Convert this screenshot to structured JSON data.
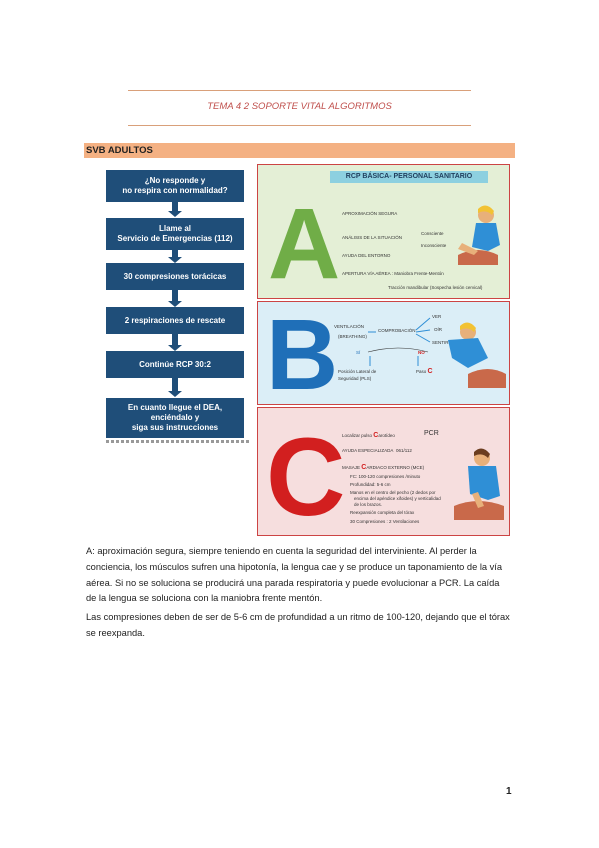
{
  "document": {
    "title": "TEMA 4 2 SOPORTE VITAL  ALGORITMOS",
    "section_title": "SVB ADULTOS",
    "page_number": "1"
  },
  "flowchart": {
    "steps": [
      "¿No responde y\nno respira con normalidad?",
      "Llame al\nServicio de Emergencias (112)",
      "30 compresiones torácicas",
      "2 respiraciones de rescate",
      "Continúe RCP 30:2",
      "En cuanto llegue el DEA,\nenciéndalo y\nsiga sus instrucciones"
    ]
  },
  "infographic": {
    "header": "RCP BÁSICA- PERSONAL SANITARIO",
    "a": {
      "letter": "A",
      "items": [
        "APROXIMACIÓN SEGURA",
        "ANÁLISIS DE LA SITUACIÓN",
        "AYUDA DEL ENTORNO",
        "APERTURA VÍA AÉREA : Maniobra Frente-Mentón"
      ],
      "branches": [
        "Consciente",
        "Inconsciente"
      ],
      "note": "Tracción mandibular (Sospecha lesión cervical)"
    },
    "b": {
      "letter": "B",
      "ventilation": "VENTILACIÓN",
      "breathing": "(BREATHING)",
      "check": "COMPROBACIÓN",
      "actions": [
        "VER",
        "OÍR",
        "SENTIR"
      ],
      "yes": "SÍ",
      "no": "NO",
      "yes_result": "Posición Lateral de Seguridad (PLS)",
      "no_result_prefix": "Paso",
      "no_result_letter": "C"
    },
    "c": {
      "letter": "C",
      "pulse_prefix": "Localizar pulso",
      "pulse_letter": "C",
      "pulse_suffix": "arotídeo",
      "pulse_result": "PCR",
      "help": "AYUDA ESPECIALIZADA",
      "help_result": "061/112",
      "massage_prefix": "MASAJE",
      "massage_letter": "C",
      "massage_suffix": "ARDIACO EXTERNO (MCE)",
      "bullets": [
        "FC: 100-120 compresiones /minuto",
        "Profundidad: 5-6 cm",
        "Manos en el centro del pecho (2 dedos por",
        "encima del apéndice xifoides) y verticalidad",
        "de los brazos.",
        "Reexpansión completa del tórax",
        "30 Compresiones : 2 Ventilaciones"
      ]
    }
  },
  "body": {
    "paragraph1": "A: aproximación segura, siempre teniendo en cuenta la seguridad del interviniente. Al perder la conciencia, los músculos sufren una hipotonía, la lengua cae y se produce un taponamiento de la vía aérea. Si no se soluciona se producirá una parada respiratoria y puede evolucionar a PCR. La caída de la lengua se soluciona con la maniobra frente mentón.",
    "paragraph2": "Las compresiones deben de ser de 5-6 cm de profundidad a un ritmo de 100-120, dejando que el tórax se reexpanda."
  },
  "colors": {
    "accent_title": "#c0504d",
    "section_bar": "#f4b183",
    "flow_box": "#1f4e79",
    "letter_a": "#70ad47",
    "letter_b": "#1f6fb8",
    "letter_c": "#d21f1f"
  }
}
